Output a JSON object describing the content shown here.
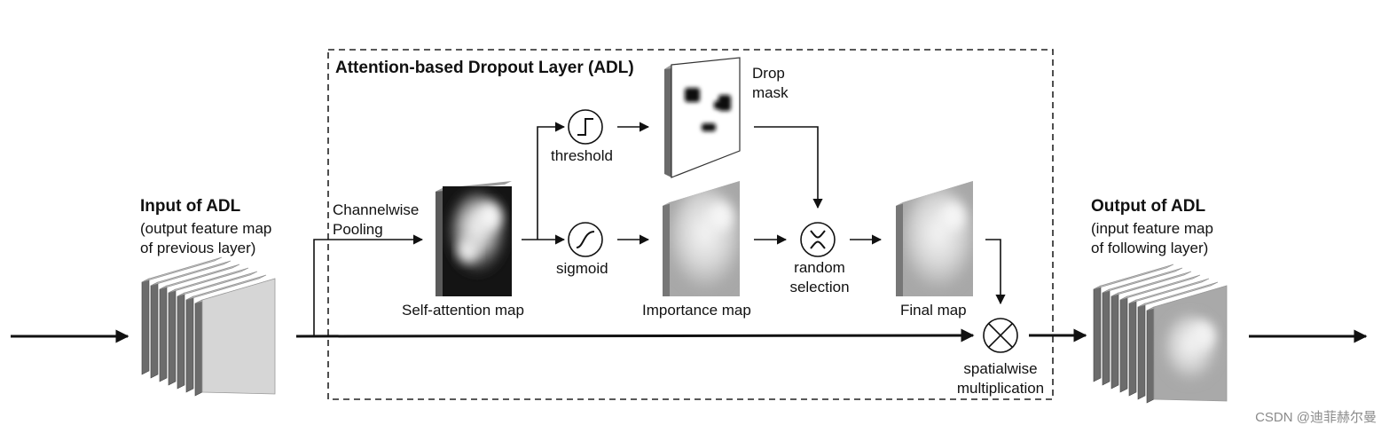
{
  "adl_box": {
    "title": "Attention-based Dropout Layer (ADL)"
  },
  "input": {
    "title": "Input of ADL",
    "line1": "(output feature map",
    "line2": "of previous layer)"
  },
  "output": {
    "title": "Output of ADL",
    "line1": "(input feature map",
    "line2": "of following layer)"
  },
  "pooling": {
    "line1": "Channelwise",
    "line2": "Pooling"
  },
  "self_attention": {
    "label": "Self-attention map"
  },
  "threshold": {
    "label": "threshold"
  },
  "sigmoid": {
    "label": "sigmoid"
  },
  "drop_mask": {
    "line1": "Drop",
    "line2": "mask"
  },
  "importance": {
    "label": "Importance map"
  },
  "random_selection": {
    "line1": "random",
    "line2": "selection"
  },
  "final_map": {
    "label": "Final map"
  },
  "spatialwise": {
    "line1": "spatialwise",
    "line2": "multiplication"
  },
  "watermark": {
    "text": "CSDN @迪菲赫尔曼"
  }
}
